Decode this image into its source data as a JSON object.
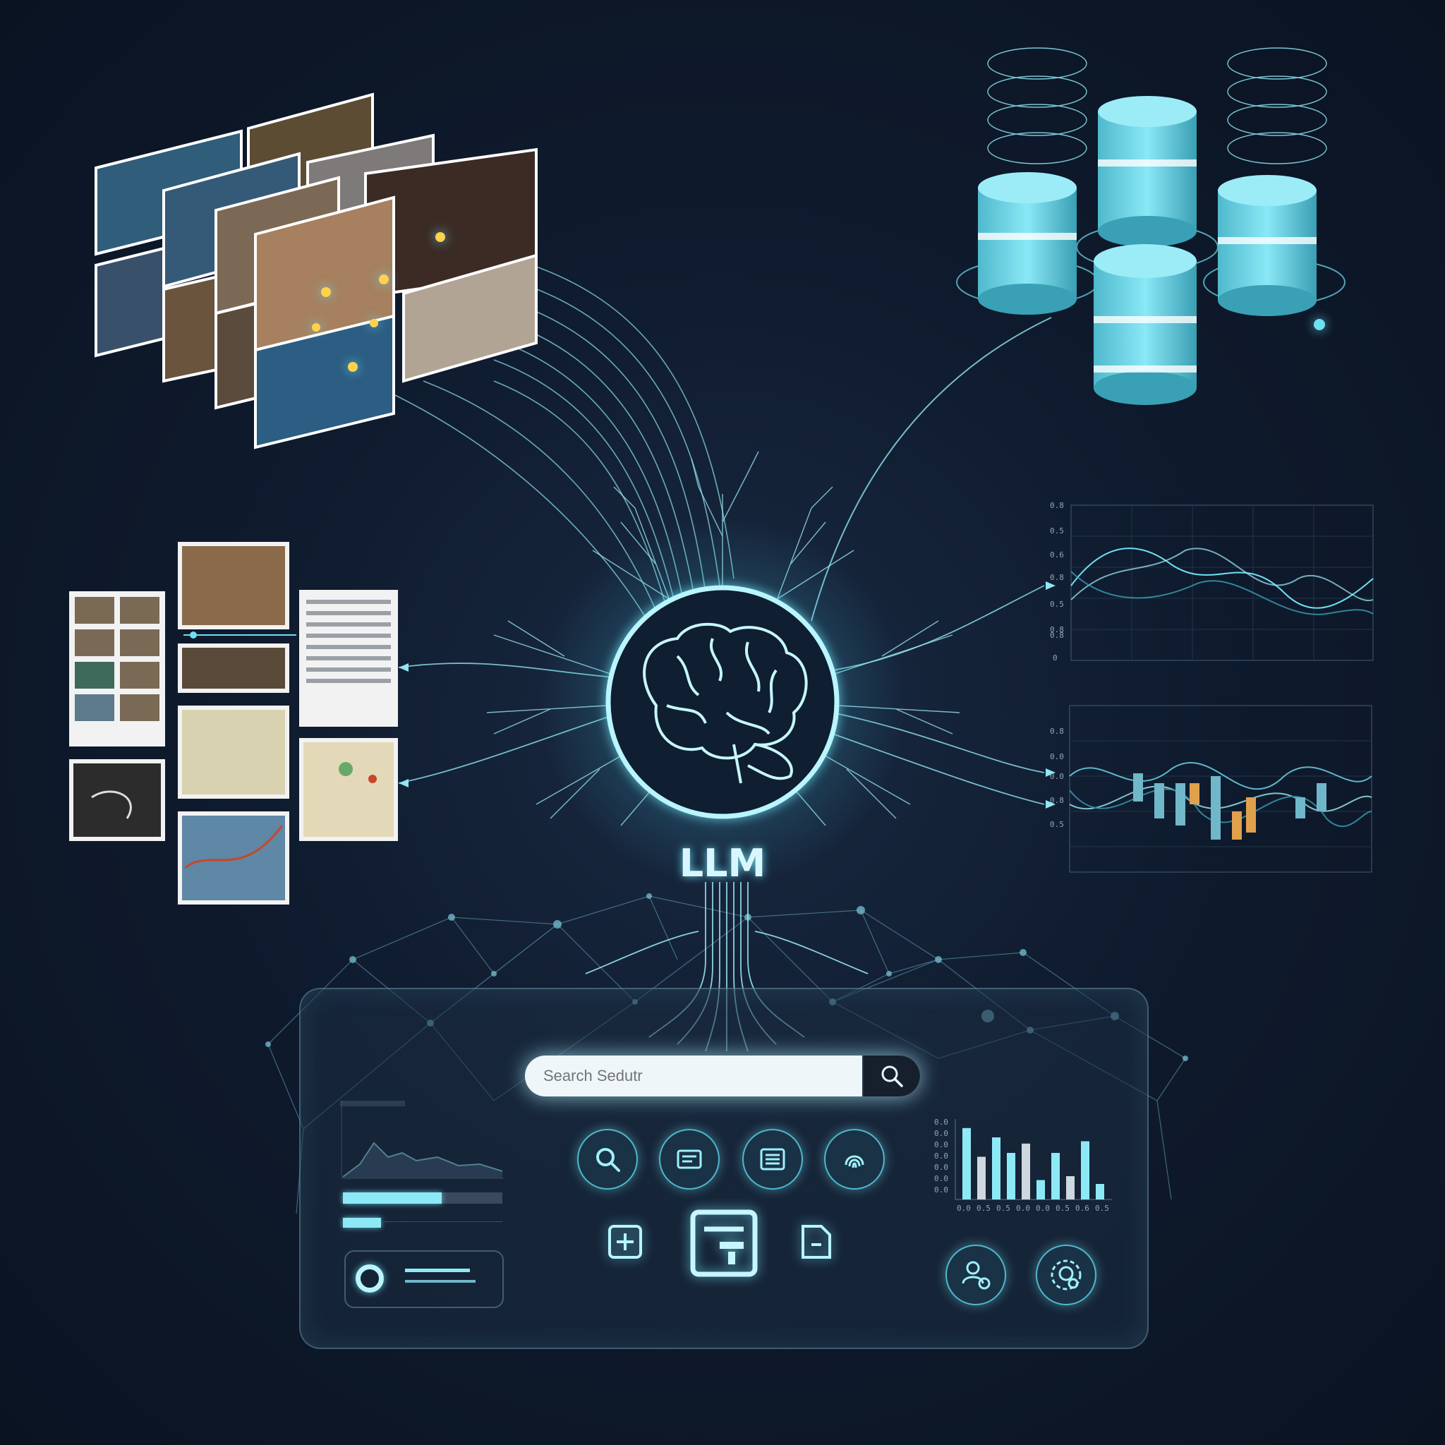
{
  "center": {
    "label": "LLM"
  },
  "search": {
    "placeholder": "Search Sedutr"
  },
  "accent_color": "#6fe0f2",
  "background_color": "#0f1b2e",
  "icons": {
    "search_button": "search-icon",
    "action_buttons": [
      "magnifier-icon",
      "document-icon",
      "list-icon",
      "fingerprint-icon"
    ],
    "bottom_buttons": [
      "focus-frame-icon",
      "layout-icon",
      "file-edit-icon"
    ],
    "user_buttons": [
      "users-icon",
      "settings-icon"
    ]
  },
  "panel": {
    "progress_primary": 0.62,
    "progress_secondary": 0.24
  },
  "right_charts": {
    "top_axis_ticks": [
      "0.8",
      "0.5",
      "0.6",
      "0.8",
      "0.5",
      "0.8",
      "0.8",
      "0"
    ],
    "bottom_axis_ticks": [
      "0.8",
      "0.0",
      "0.0",
      "0.8",
      "0.5"
    ]
  },
  "panel_bar_chart": {
    "y_ticks": [
      "0.0",
      "0.0",
      "0.0",
      "0.0",
      "0.0",
      "0.0",
      "0.0"
    ],
    "x_ticks": [
      "0.0",
      "0.5",
      "0.5",
      "0.0",
      "0.0",
      "0.5",
      "0.6",
      "0.5"
    ],
    "values": [
      0.92,
      0.55,
      0.8,
      0.6,
      0.72,
      0.25,
      0.6,
      0.3,
      0.75,
      0.2
    ]
  }
}
